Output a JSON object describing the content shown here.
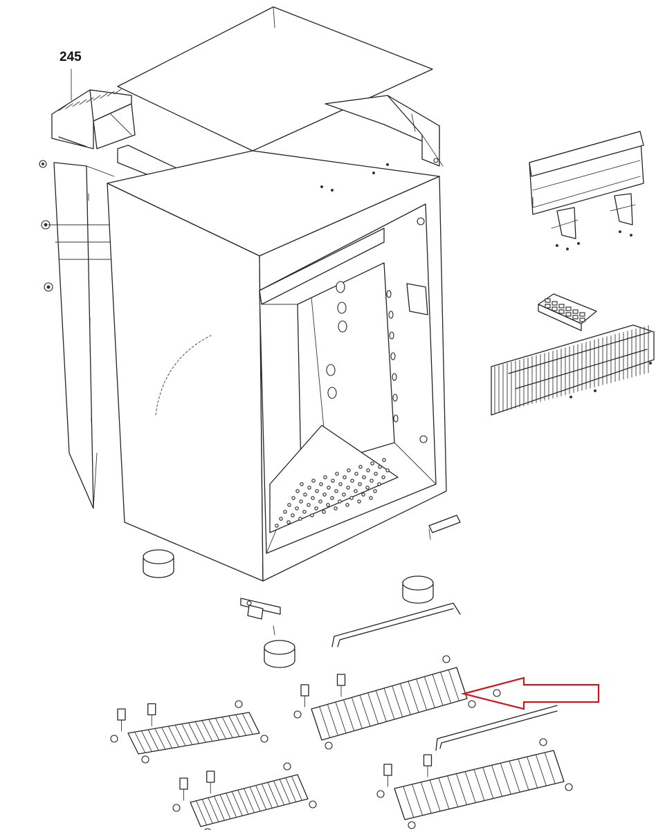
{
  "labels": {
    "part_number": "245"
  },
  "colors": {
    "line": "#222222",
    "callout_arrow": "#d0141c",
    "background": "#ffffff"
  },
  "callout": {
    "shape": "arrow",
    "points_to": "shelf-rack"
  }
}
